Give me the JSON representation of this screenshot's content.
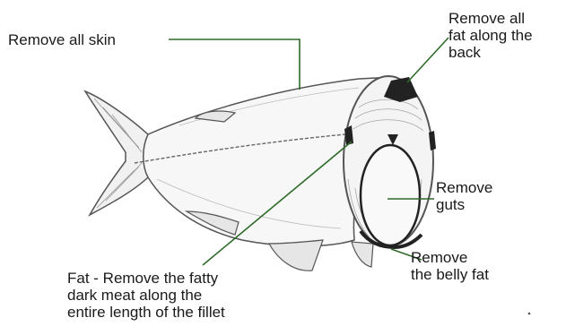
{
  "labels": {
    "skin": "Remove all skin",
    "back_fat": "Remove all\nfat along the\nback",
    "guts": "Remove\nguts",
    "belly_fat": "Remove\nthe belly fat",
    "dark_meat": "Fat - Remove the fatty\ndark meat along the\nentire length of the fillet"
  },
  "colors": {
    "leader_line": "#2e6b2a",
    "outline": "#555555",
    "dark_fat": "#222222",
    "background": "#ffffff"
  }
}
